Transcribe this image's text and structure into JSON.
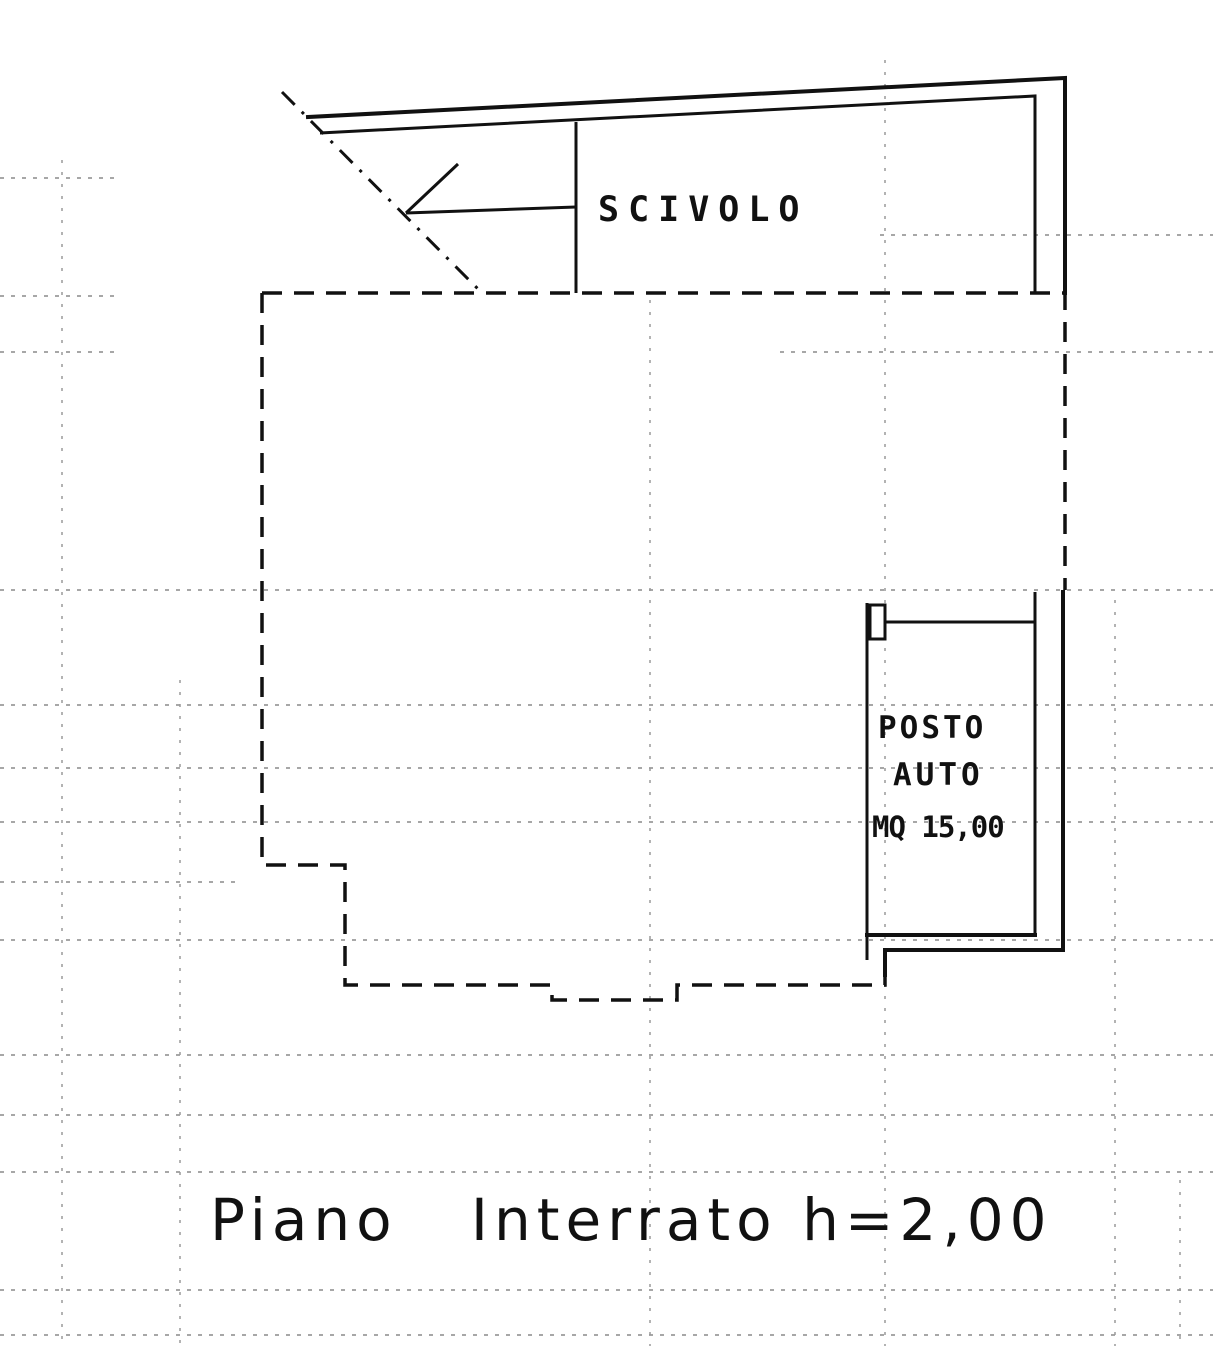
{
  "title": "Piano   Interrato h=2,00",
  "rooms": {
    "ramp": {
      "label": "SCIVOLO"
    },
    "parking": {
      "line1": "POSTO",
      "line2": "AUTO",
      "line3": "MQ 15,00"
    }
  }
}
